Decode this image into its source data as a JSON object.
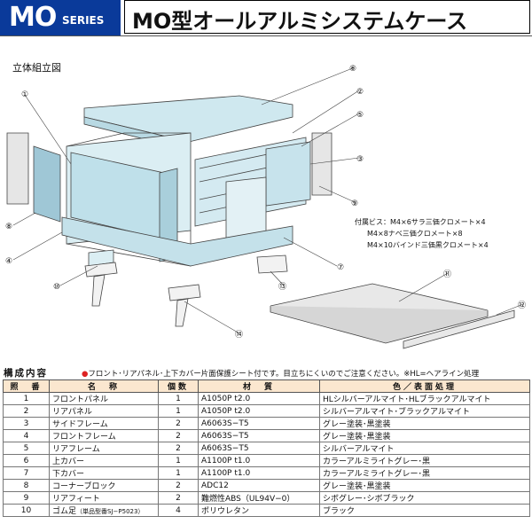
{
  "header": {
    "series_mo": "MO",
    "series_label": "SERIES",
    "title": "MO型オールアルミシステムケース"
  },
  "diagram": {
    "label": "立体組立図",
    "callouts": [
      "①",
      "②",
      "③",
      "④",
      "⑤",
      "⑥",
      "⑦",
      "⑧",
      "⑨",
      "⑩",
      "⑪",
      "⑫",
      "⑬",
      "⑭"
    ],
    "accessory_lines": [
      "付属ビス：M4×6サラ三価クロメート×4",
      "M4×8ナベ三価クロメート×8",
      "M4×10バインド三価黒クロメート×4"
    ]
  },
  "composition": {
    "title": "構成内容",
    "note_mark": "●",
    "note": "フロント･リアパネル･上下カバー片面保護シート付です。目立ちにくいのでご注意ください。※HL=ヘアライン処理"
  },
  "table": {
    "headers": [
      "照　番",
      "名　称",
      "個数",
      "材　質",
      "色／表面処理"
    ],
    "rows": [
      {
        "no": "1",
        "name": "フロントパネル",
        "qty": "1",
        "material": "A1050P t2.0",
        "finish": "HLシルバーアルマイト･HLブラックアルマイト"
      },
      {
        "no": "2",
        "name": "リアパネル",
        "qty": "1",
        "material": "A1050P t2.0",
        "finish": "シルバーアルマイト･ブラックアルマイト"
      },
      {
        "no": "3",
        "name": "サイドフレーム",
        "qty": "2",
        "material": "A6063S−T5",
        "finish": "グレー塗装･黒塗装"
      },
      {
        "no": "4",
        "name": "フロントフレーム",
        "qty": "2",
        "material": "A6063S−T5",
        "finish": "グレー塗装･黒塗装"
      },
      {
        "no": "5",
        "name": "リアフレーム",
        "qty": "2",
        "material": "A6063S−T5",
        "finish": "シルバーアルマイト"
      },
      {
        "no": "6",
        "name": "上カバー",
        "qty": "1",
        "material": "A1100P t1.0",
        "finish": "カラーアルミライトグレー･黒"
      },
      {
        "no": "7",
        "name": "下カバー",
        "qty": "1",
        "material": "A1100P t1.0",
        "finish": "カラーアルミライトグレー･黒"
      },
      {
        "no": "8",
        "name": "コーナーブロック",
        "qty": "2",
        "material": "ADC12",
        "finish": "グレー塗装･黒塗装"
      },
      {
        "no": "9",
        "name": "リアフィート",
        "qty": "2",
        "material": "難燃性ABS（UL94V−0）",
        "finish": "シボグレー･シボブラック"
      },
      {
        "no": "10",
        "name": "ゴム足",
        "name_note": "（単品型番SJ−P5023）",
        "qty": "4",
        "material": "ポリウレタン",
        "finish": "ブラック"
      }
    ]
  },
  "colors": {
    "series_bg": "#0a3a9a",
    "part_fill": "#cfe8ef",
    "part_edge": "#444444",
    "table_header": "#fbe7cf"
  }
}
